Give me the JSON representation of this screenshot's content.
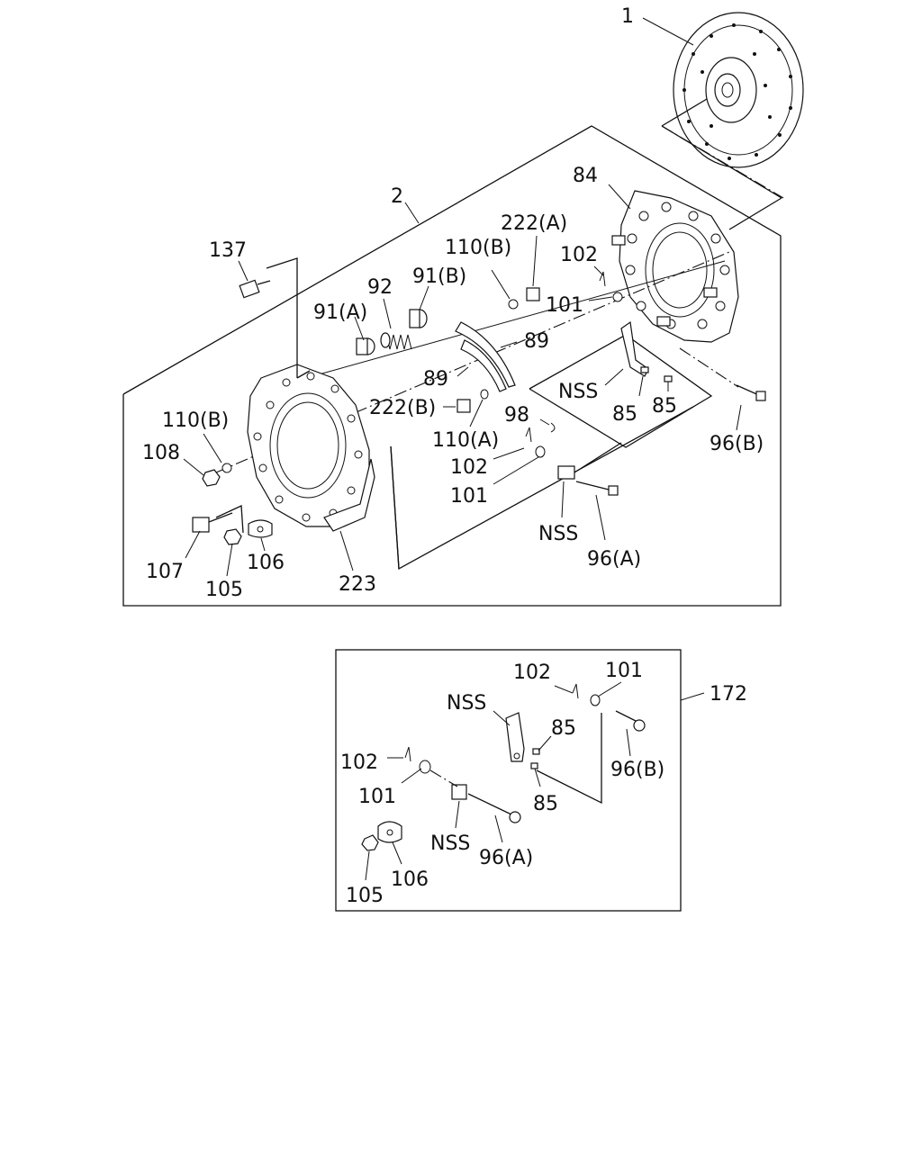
{
  "colors": {
    "ink": "#111111",
    "paper": "#ffffff"
  },
  "labels": {
    "l1": "1",
    "l2": "2",
    "l84": "84",
    "l137": "137",
    "l222a": "222(A)",
    "l110b_top": "110(B)",
    "l91b": "91(B)",
    "l92": "92",
    "l91a": "91(A)",
    "l102_top": "102",
    "l101_top": "101",
    "l89a": "89",
    "l89b": "89",
    "lnss_top": "NSS",
    "l85a": "85",
    "l85b": "85",
    "l222b": "222(B)",
    "l98": "98",
    "l110a": "110(A)",
    "l110b_left": "110(B)",
    "l108": "108",
    "l102_mid": "102",
    "l101_mid": "101",
    "lnss_mid": "NSS",
    "l96b_top": "96(B)",
    "l96a_top": "96(A)",
    "l107": "107",
    "l105_top": "105",
    "l106_top": "106",
    "l223": "223",
    "l172": "172",
    "l102_k1": "102",
    "l101_k1": "101",
    "lnss_k1": "NSS",
    "l85_k1": "85",
    "l96b_k": "96(B)",
    "l102_k2": "102",
    "l101_k2": "101",
    "l85_k2": "85",
    "lnss_k2": "NSS",
    "l96a_k": "96(A)",
    "l105_k": "105",
    "l106_k": "106"
  }
}
